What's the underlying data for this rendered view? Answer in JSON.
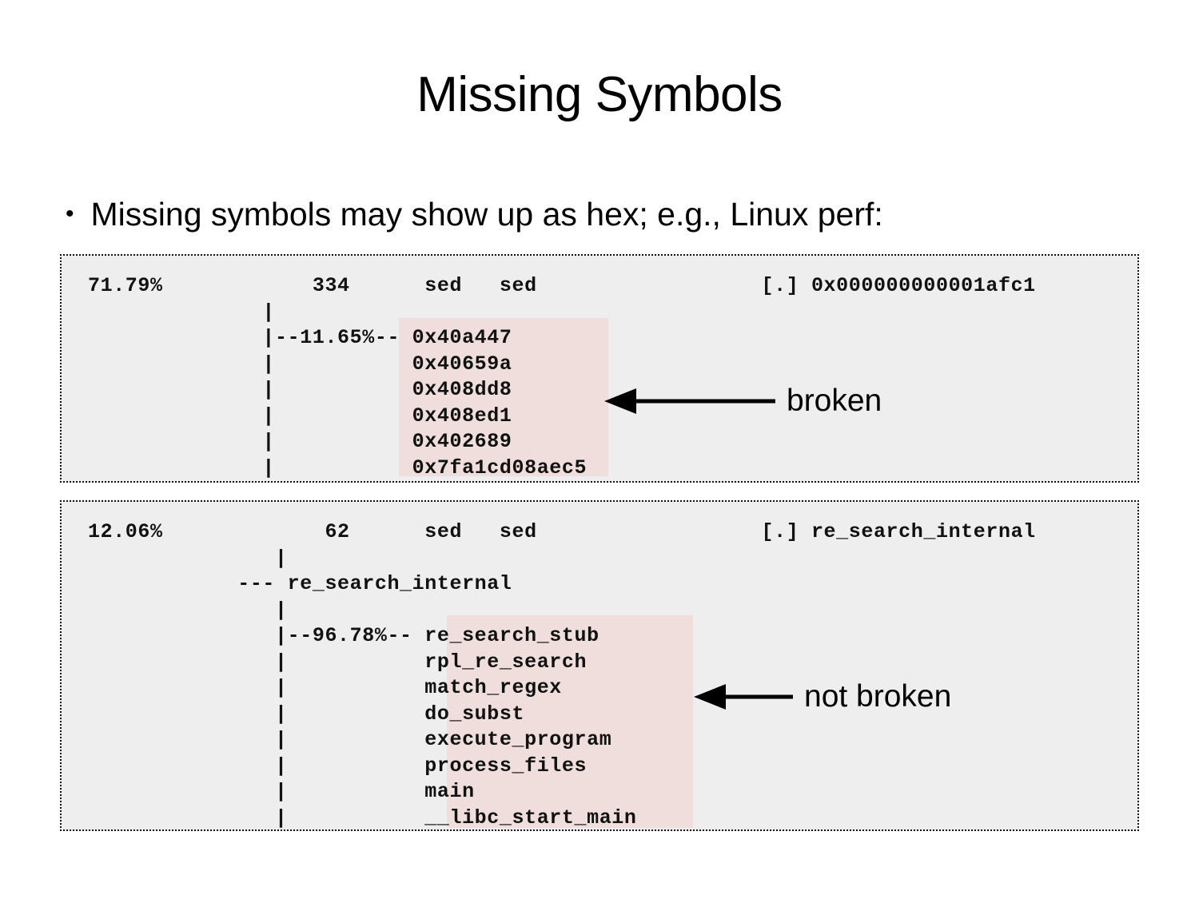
{
  "slide": {
    "title": "Missing Symbols",
    "bullet_marker": "•",
    "bullet_text": "Missing symbols may show up as hex; e.g., Linux perf:"
  },
  "colors": {
    "page_background": "#ffffff",
    "terminal_background": "#eeeeee",
    "terminal_border": "#111111",
    "highlight_background": "#f0dedd",
    "text": "#111111",
    "annotation": "#000000"
  },
  "perf_outputs": [
    {
      "id": "broken-stack",
      "header": {
        "percent": "71.79%",
        "samples": "334",
        "command": "sed",
        "shared_object": "sed",
        "privilege": "[.]",
        "symbol": "0x000000000001afc1"
      },
      "branch_percent": "11.65%",
      "frames": [
        "0x40a447",
        "0x40659a",
        "0x408dd8",
        "0x408ed1",
        "0x402689",
        "0x7fa1cd08aec5"
      ],
      "text": "71.79%            334      sed   sed                  [.] 0x000000000001afc1\n              |\n              |--11.65%-- 0x40a447\n              |           0x40659a\n              |           0x408dd8\n              |           0x408ed1\n              |           0x402689\n              |           0x7fa1cd08aec5",
      "annotation": "broken"
    },
    {
      "id": "not-broken-stack",
      "header": {
        "percent": "12.06%",
        "samples": "62",
        "command": "sed",
        "shared_object": "sed",
        "privilege": "[.]",
        "symbol": "re_search_internal"
      },
      "root_frame": "re_search_internal",
      "branch_percent": "96.78%",
      "frames": [
        "re_search_stub",
        "rpl_re_search",
        "match_regex",
        "do_subst",
        "execute_program",
        "process_files",
        "main",
        "__libc_start_main"
      ],
      "text": "12.06%             62      sed   sed                  [.] re_search_internal\n               |\n            --- re_search_internal\n               |\n               |--96.78%-- re_search_stub\n               |           rpl_re_search\n               |           match_regex\n               |           do_subst\n               |           execute_program\n               |           process_files\n               |           main\n               |           __libc_start_main",
      "annotation": "not broken"
    }
  ],
  "annotations": [
    {
      "label": "broken",
      "icon": "left-arrow-icon"
    },
    {
      "label": "not broken",
      "icon": "left-arrow-icon"
    }
  ]
}
